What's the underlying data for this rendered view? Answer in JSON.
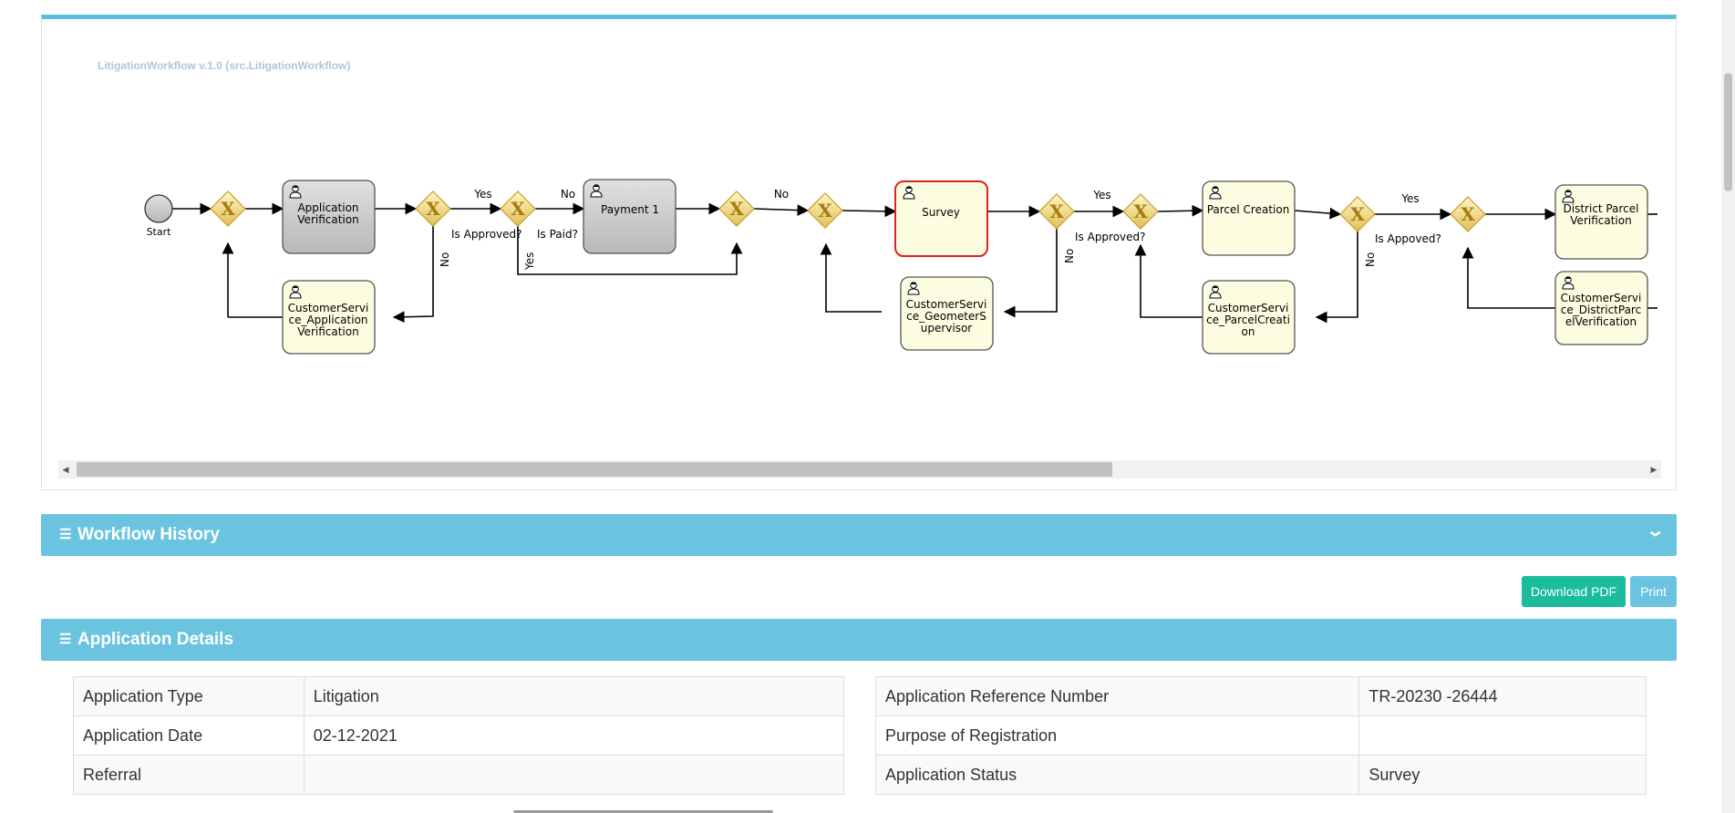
{
  "workflow": {
    "title": "LitigationWorkflow v.1.0 (src.LitigationWorkflow)",
    "nodes": {
      "start": "Start",
      "app_verification": [
        "Application",
        "Verification"
      ],
      "payment": "Payment 1",
      "survey": "Survey",
      "parcel_creation": "Parcel Creation",
      "district_verification": [
        "District Parcel",
        "Verification"
      ],
      "cs_app_verification": [
        "CustomerServi",
        "ce_Application",
        "Verification"
      ],
      "cs_geometer": [
        "CustomerServi",
        "ce_GeometerS",
        "upervisor"
      ],
      "cs_parcel": [
        "CustomerServi",
        "ce_ParcelCreati",
        "on"
      ],
      "cs_district": [
        "CustomerServi",
        "ce_DistrictParc",
        "elVerification"
      ]
    },
    "edge_labels": {
      "yes1": "Yes",
      "no1": "No",
      "no_vertical1": "No",
      "is_approved1": "Is Approved?",
      "is_paid": "Is Paid?",
      "yes_vertical_paid": "Yes",
      "no_paid": "No",
      "yes2": "Yes",
      "is_approved2": "Is Approved?",
      "no_vertical2": "No",
      "yes3": "Yes",
      "is_appoved3": "Is Appoved?",
      "no_vertical3": "No"
    },
    "gateway_symbol": "X"
  },
  "sections": {
    "history_title": "Workflow History",
    "details_title": "Application Details"
  },
  "actions": {
    "download_pdf": "Download PDF",
    "print": "Print"
  },
  "details_left": [
    {
      "label": "Application Type",
      "value": "Litigation"
    },
    {
      "label": "Application Date",
      "value": "02-12-2021"
    },
    {
      "label": "Referral",
      "value": ""
    }
  ],
  "details_right": [
    {
      "label": "Application Reference Number",
      "value": "TR-20230 -26444"
    },
    {
      "label": "Purpose of Registration",
      "value": ""
    },
    {
      "label": "Application Status",
      "value": "Survey"
    }
  ],
  "icons": {
    "list": "list-icon",
    "chevron": "chevron-down-icon",
    "user_task": "user-task-icon",
    "gateway": "exclusive-gateway-icon"
  },
  "colors": {
    "accent": "#6bc4df",
    "download": "#1abc9c",
    "task_yellow": "#fcfce0",
    "task_gray": "#cfcfcf",
    "active_border": "#e02020",
    "gateway": "#e8c96a"
  }
}
